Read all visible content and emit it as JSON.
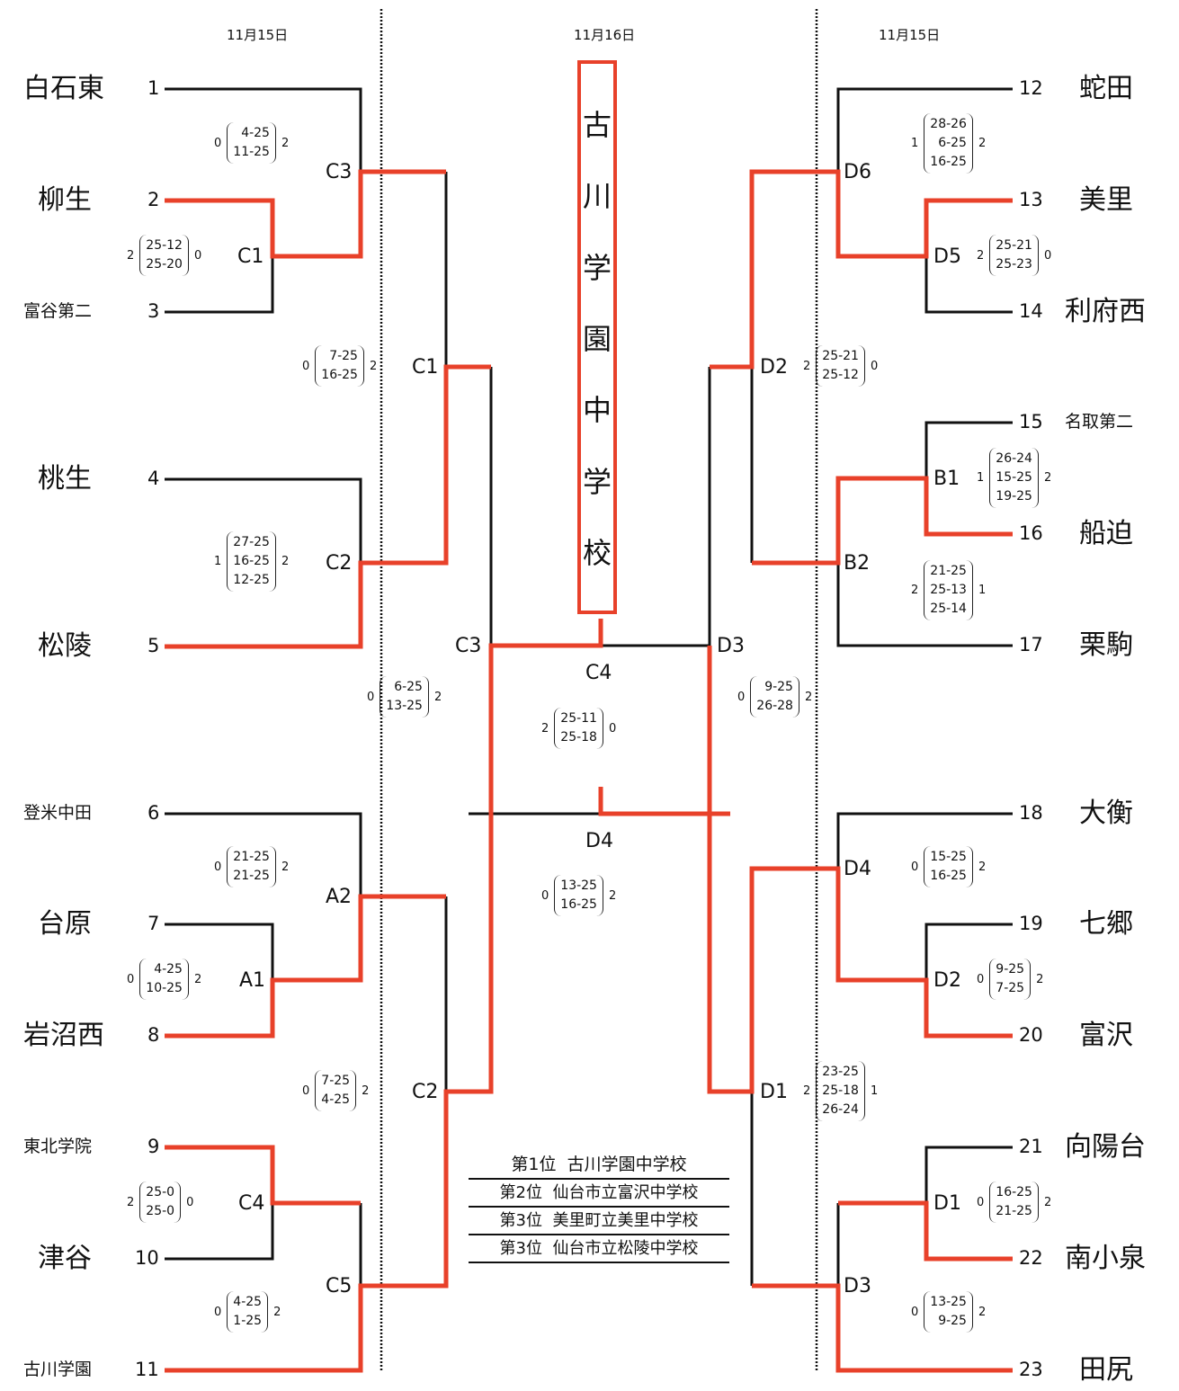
{
  "dates": {
    "left": "11月15日",
    "center": "11月16日",
    "right": "11月15日"
  },
  "colors": {
    "winner": "#e8412a",
    "line": "#111111"
  },
  "champion_box": [
    "古",
    "川",
    "学",
    "園",
    "中",
    "学",
    "校"
  ],
  "teams": [
    {
      "seed": "1",
      "name": "白石東"
    },
    {
      "seed": "2",
      "name": "柳生"
    },
    {
      "seed": "3",
      "name": "富谷第二"
    },
    {
      "seed": "4",
      "name": "桃生"
    },
    {
      "seed": "5",
      "name": "松陵"
    },
    {
      "seed": "6",
      "name": "登米中田"
    },
    {
      "seed": "7",
      "name": "台原"
    },
    {
      "seed": "8",
      "name": "岩沼西"
    },
    {
      "seed": "9",
      "name": "東北学院"
    },
    {
      "seed": "10",
      "name": "津谷"
    },
    {
      "seed": "11",
      "name": "古川学園"
    },
    {
      "seed": "12",
      "name": "蛇田"
    },
    {
      "seed": "13",
      "name": "美里"
    },
    {
      "seed": "14",
      "name": "利府西"
    },
    {
      "seed": "15",
      "name": "名取第二"
    },
    {
      "seed": "16",
      "name": "船迫"
    },
    {
      "seed": "17",
      "name": "栗駒"
    },
    {
      "seed": "18",
      "name": "大衡"
    },
    {
      "seed": "19",
      "name": "七郷"
    },
    {
      "seed": "20",
      "name": "富沢"
    },
    {
      "seed": "21",
      "name": "向陽台"
    },
    {
      "seed": "22",
      "name": "南小泉"
    },
    {
      "seed": "23",
      "name": "田尻"
    }
  ],
  "nodes": [
    "C3",
    "C1",
    "C1",
    "C2",
    "C3",
    "C4",
    "A2",
    "A1",
    "C2",
    "C4",
    "C5",
    "D6",
    "D5",
    "D2",
    "B1",
    "B2",
    "D3",
    "D4",
    "D4",
    "D2",
    "D1",
    "D1",
    "D3"
  ],
  "scores": [
    {
      "l": "0",
      "sets": [
        "4-25",
        "11-25"
      ],
      "r": "2"
    },
    {
      "l": "2",
      "sets": [
        "25-12",
        "25-20"
      ],
      "r": "0"
    },
    {
      "l": "0",
      "sets": [
        "7-25",
        "16-25"
      ],
      "r": "2"
    },
    {
      "l": "1",
      "sets": [
        "27-25",
        "16-25",
        "12-25"
      ],
      "r": "2"
    },
    {
      "l": "0",
      "sets": [
        "6-25",
        "13-25"
      ],
      "r": "2"
    },
    {
      "l": "2",
      "sets": [
        "25-11",
        "25-18"
      ],
      "r": "0"
    },
    {
      "l": "0",
      "sets": [
        "13-25",
        "16-25"
      ],
      "r": "2"
    },
    {
      "l": "0",
      "sets": [
        "21-25",
        "21-25"
      ],
      "r": "2"
    },
    {
      "l": "0",
      "sets": [
        "4-25",
        "10-25"
      ],
      "r": "2"
    },
    {
      "l": "0",
      "sets": [
        "7-25",
        "4-25"
      ],
      "r": "2"
    },
    {
      "l": "2",
      "sets": [
        "25-0",
        "25-0"
      ],
      "r": "0"
    },
    {
      "l": "0",
      "sets": [
        "4-25",
        "1-25"
      ],
      "r": "2"
    },
    {
      "l": "1",
      "sets": [
        "28-26",
        "6-25",
        "16-25"
      ],
      "r": "2"
    },
    {
      "l": "2",
      "sets": [
        "25-21",
        "25-23"
      ],
      "r": "0"
    },
    {
      "l": "2",
      "sets": [
        "25-21",
        "25-12"
      ],
      "r": "0"
    },
    {
      "l": "1",
      "sets": [
        "26-24",
        "15-25",
        "19-25"
      ],
      "r": "2"
    },
    {
      "l": "2",
      "sets": [
        "21-25",
        "25-13",
        "25-14"
      ],
      "r": "1"
    },
    {
      "l": "0",
      "sets": [
        "9-25",
        "26-28"
      ],
      "r": "2"
    },
    {
      "l": "0",
      "sets": [
        "15-25",
        "16-25"
      ],
      "r": "2"
    },
    {
      "l": "0",
      "sets": [
        "9-25",
        "7-25"
      ],
      "r": "2"
    },
    {
      "l": "2",
      "sets": [
        "23-25",
        "25-18",
        "26-24"
      ],
      "r": "1"
    },
    {
      "l": "0",
      "sets": [
        "16-25",
        "21-25"
      ],
      "r": "2"
    },
    {
      "l": "0",
      "sets": [
        "13-25",
        "9-25"
      ],
      "r": "2"
    }
  ],
  "ranking": [
    {
      "place": "第1位",
      "school": "古川学園中学校"
    },
    {
      "place": "第2位",
      "school": "仙台市立富沢中学校"
    },
    {
      "place": "第3位",
      "school": "美里町立美里中学校"
    },
    {
      "place": "第3位",
      "school": "仙台市立松陵中学校"
    }
  ]
}
